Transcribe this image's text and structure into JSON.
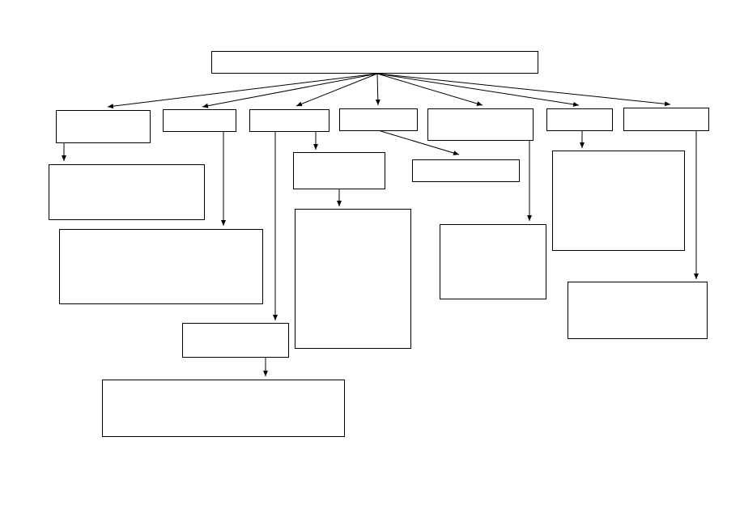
{
  "diagram": {
    "type": "blank-tree-diagram",
    "line_color": "#000000",
    "box_fill": "#ffffff",
    "boxes": [
      {
        "id": "root",
        "text": ""
      },
      {
        "id": "level1-1",
        "text": ""
      },
      {
        "id": "level1-2",
        "text": ""
      },
      {
        "id": "level1-3",
        "text": ""
      },
      {
        "id": "level1-4",
        "text": ""
      },
      {
        "id": "level1-5",
        "text": ""
      },
      {
        "id": "level1-6",
        "text": ""
      },
      {
        "id": "level1-7",
        "text": ""
      },
      {
        "id": "child-1a",
        "text": ""
      },
      {
        "id": "child-2a",
        "text": ""
      },
      {
        "id": "child-3a",
        "text": ""
      },
      {
        "id": "child-3b",
        "text": ""
      },
      {
        "id": "child-3c",
        "text": ""
      },
      {
        "id": "child-3d",
        "text": ""
      },
      {
        "id": "child-3e",
        "text": ""
      },
      {
        "id": "child-4a",
        "text": ""
      },
      {
        "id": "child-5a",
        "text": ""
      },
      {
        "id": "child-6a",
        "text": ""
      },
      {
        "id": "child-7a",
        "text": ""
      }
    ],
    "edges": [
      {
        "from": "root",
        "to": "level1-1"
      },
      {
        "from": "root",
        "to": "level1-2"
      },
      {
        "from": "root",
        "to": "level1-3"
      },
      {
        "from": "root",
        "to": "level1-4"
      },
      {
        "from": "root",
        "to": "level1-5"
      },
      {
        "from": "root",
        "to": "level1-6"
      },
      {
        "from": "root",
        "to": "level1-7"
      },
      {
        "from": "level1-1",
        "to": "child-1a"
      },
      {
        "from": "level1-2",
        "to": "child-2a"
      },
      {
        "from": "level1-3",
        "to": "child-3a"
      },
      {
        "from": "child-3a",
        "to": "child-3b"
      },
      {
        "from": "level1-3",
        "to": "child-3c"
      },
      {
        "from": "child-3c",
        "to": "child-3d"
      },
      {
        "from": "level1-4",
        "to": "child-4a"
      },
      {
        "from": "level1-5",
        "to": "child-5a"
      },
      {
        "from": "level1-6",
        "to": "child-6a"
      },
      {
        "from": "level1-7",
        "to": "child-7a"
      }
    ]
  }
}
